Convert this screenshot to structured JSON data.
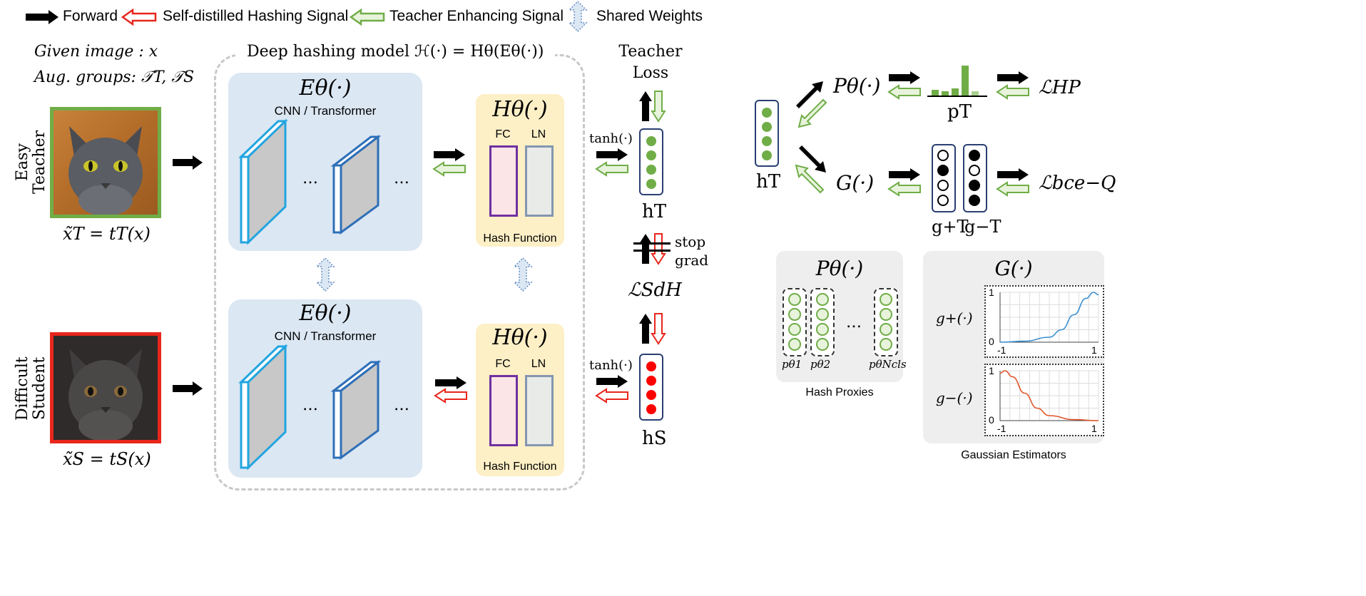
{
  "legend": {
    "forward": "Forward",
    "self_distilled": "Self-distilled Hashing Signal",
    "teacher_enhancing": "Teacher Enhancing Signal",
    "shared_weights": "Shared Weights"
  },
  "inputs": {
    "given_image": "Given image : x",
    "aug_groups": "Aug. groups: 𝒯T, 𝒯S",
    "teacher_label": "Easy Teacher",
    "student_label": "Difficult Student",
    "teacher_formula": "x̃T = tT(x)",
    "student_formula": "x̃S = tS(x)"
  },
  "model": {
    "title": "Deep hashing model ℋ(·) = Hθ(Eθ(·))",
    "encoder_title": "Eθ(·)",
    "encoder_subtitle": "CNN / Transformer",
    "hash_title": "Hθ(·)",
    "fc_label": "FC",
    "ln_label": "LN",
    "hash_caption": "Hash Function",
    "ellipsis": "…"
  },
  "outputs": {
    "teacher_loss": "Teacher Loss",
    "tanh": "tanh(·)",
    "h_teacher": "hT",
    "h_student": "hS",
    "stop_grad": "stop grad",
    "loss_sdh": "ℒSdH"
  },
  "right": {
    "h_teacher": "hT",
    "proxy_fn": "Pθ(·)",
    "gauss_fn": "G(·)",
    "p_teacher": "pT",
    "g_plus": "g+T",
    "g_minus": "g−T",
    "loss_hp": "ℒHP",
    "loss_bce": "ℒbce−Q"
  },
  "proxies_panel": {
    "title": "Pθ(·)",
    "labels": [
      "pθ1",
      "pθ2",
      "pθNcls"
    ],
    "ellipsis": "…",
    "caption": "Hash Proxies"
  },
  "gauss_panel": {
    "title": "G(·)",
    "plus_label": "g+(·)",
    "minus_label": "g−(·)",
    "y_ticks": [
      "1",
      "0"
    ],
    "x_ticks": [
      "-1",
      "1"
    ],
    "caption": "Gaussian Estimators"
  },
  "chart_data": [
    {
      "type": "line",
      "name": "g+",
      "x": [
        -1,
        -0.5,
        0,
        0.25,
        0.5,
        0.75,
        0.9,
        1
      ],
      "y": [
        0.0,
        0.02,
        0.1,
        0.25,
        0.55,
        0.88,
        1.0,
        0.95
      ],
      "xlim": [
        -1,
        1
      ],
      "ylim": [
        0,
        1
      ],
      "color": "#3a8fd0"
    },
    {
      "type": "line",
      "name": "g-",
      "x": [
        -1,
        -0.9,
        -0.75,
        -0.5,
        -0.25,
        0,
        0.5,
        1
      ],
      "y": [
        0.95,
        1.0,
        0.88,
        0.55,
        0.25,
        0.1,
        0.02,
        0.0
      ],
      "xlim": [
        -1,
        1
      ],
      "ylim": [
        0,
        1
      ],
      "color": "#e0552b"
    }
  ],
  "colors": {
    "green": "#70ad47",
    "red": "#ff0000",
    "encoder_blue": "#dbe7f3",
    "hash_yellow": "#fdefc6",
    "vector_border": "#2a3f73"
  }
}
